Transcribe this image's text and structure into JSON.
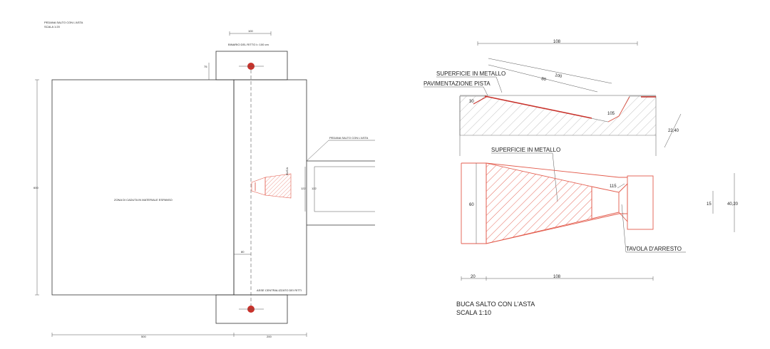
{
  "plan": {
    "title": "PEDANA SALTO CON L'ASTA",
    "scale": "SCALA 1:20",
    "dim_top_width": "100",
    "dim_binario": "BINARIO DEL RITTO l= 100 cm",
    "dim_75": "75",
    "dim_600": "600",
    "landing_zone": "ZONA DI CADUTA IN MATERIALE ESPANSO",
    "runway_label": "PEDANA SALTO CON L'ASTA",
    "box_label": "BUCA",
    "dim_122_a": "122",
    "dim_122_b": "122",
    "dim_80": "80",
    "axis_label": "ASSE CENTRALIZZATO DEI RITTI",
    "dim_bottom_left": "500",
    "dim_bottom_right": "200"
  },
  "section": {
    "dim_top": "108",
    "dim_100": "100",
    "dim_80": "80",
    "metal_label": "SUPERFICIE IN METALLO",
    "paving_label": "PAVIMENTAZIONE PISTA",
    "dim_30": "30",
    "dim_105": "105",
    "dim_2240": "22,40"
  },
  "top_view": {
    "metal_label": "SUPERFICIE IN METALLO",
    "dim_60": "60",
    "dim_115": "115",
    "dim_15": "15",
    "dim_4020": "40,20",
    "stop_board": "TAVOLA D'ARRESTO",
    "dim_20": "20",
    "dim_108": "108"
  },
  "detail": {
    "title": "BUCA SALTO CON L'ASTA",
    "scale": "SCALA 1:10"
  },
  "colors": {
    "accent": "#e35b4c",
    "metal": "#c8322b",
    "line": "#333333"
  }
}
